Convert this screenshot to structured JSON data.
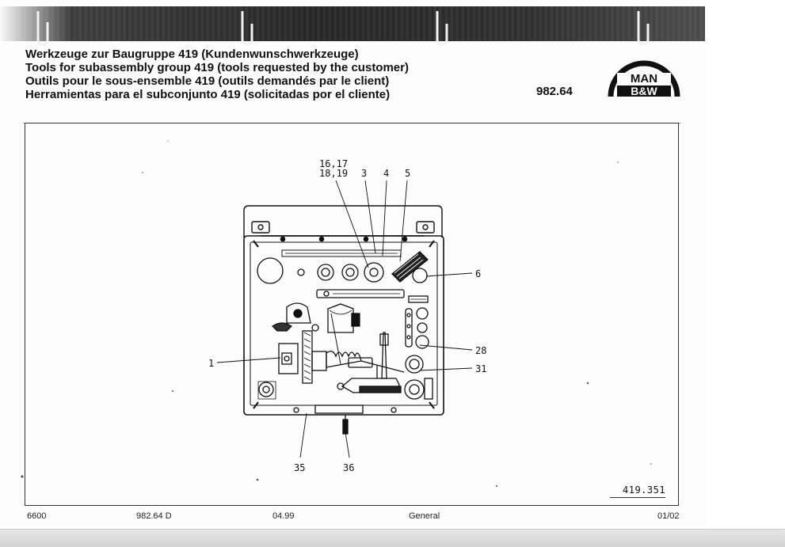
{
  "header": {
    "titles": [
      "Werkzeuge zur Baugruppe 419 (Kundenwunschwerkzeuge)",
      "Tools for subassembly group 419 (tools requested by the customer)",
      "Outils pour le sous-ensemble 419 (outils demandés par le client)",
      "Herramientas para el subconjunto 419 (solicitadas por el cliente)"
    ],
    "doc_number": "982.64",
    "logo": {
      "line1": "MAN",
      "line2": "B&W"
    }
  },
  "drawing": {
    "callouts": {
      "c16_17": "16,17",
      "c18_19": "18,19",
      "c3": "3",
      "c4": "4",
      "c5": "5",
      "c6": "6",
      "c28": "28",
      "c1": "1",
      "c31": "31",
      "c35": "35",
      "c36": "36"
    },
    "drawing_number": "419.351"
  },
  "footer": {
    "code": "6600",
    "doc_ref": "982.64 D",
    "date": "04.99",
    "category": "General",
    "page": "01/02"
  }
}
